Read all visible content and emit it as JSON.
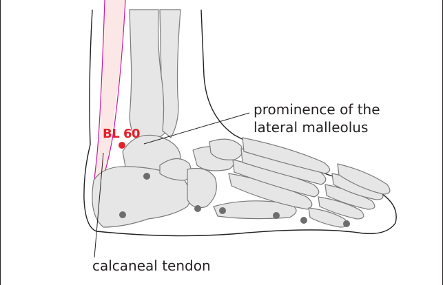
{
  "figure": {
    "point_label": "BL 60",
    "labels": {
      "malleolus_line1": "prominence of the",
      "malleolus_line2": "lateral malleolus",
      "tendon": "calcaneal tendon"
    },
    "colors": {
      "outline": "#231f20",
      "bone_fill": "#e6e6e6",
      "bone_stroke": "#7a7a7a",
      "tendon_fill": "#fbe7e6",
      "tendon_stroke": "#c8199a",
      "point": "#e3212b",
      "landmark": "#6d6d6d"
    }
  }
}
